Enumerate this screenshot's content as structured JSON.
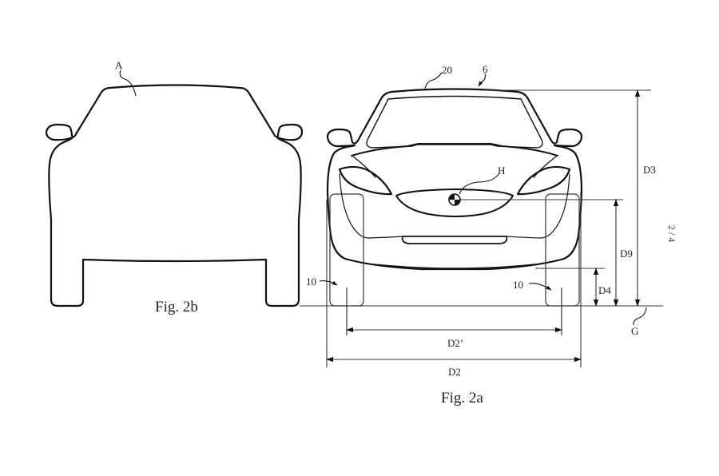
{
  "sheet": {
    "page_indicator": "2 / 4",
    "background_color": "#ffffff",
    "line_color": "#111111"
  },
  "fig2b": {
    "caption": "Fig. 2b",
    "labels": {
      "silhouette": "A"
    }
  },
  "fig2a": {
    "caption": "Fig. 2a",
    "labels": {
      "roof_edge": "20",
      "roof_top": "6",
      "hub_center": "H",
      "tire_left": "10",
      "tire_right": "10",
      "ground": "G"
    },
    "dimensions": {
      "overall_height": "D3",
      "hub_height": "D9",
      "ground_clearance": "D4",
      "track_width_inner": "D2’",
      "overall_width": "D2"
    }
  }
}
